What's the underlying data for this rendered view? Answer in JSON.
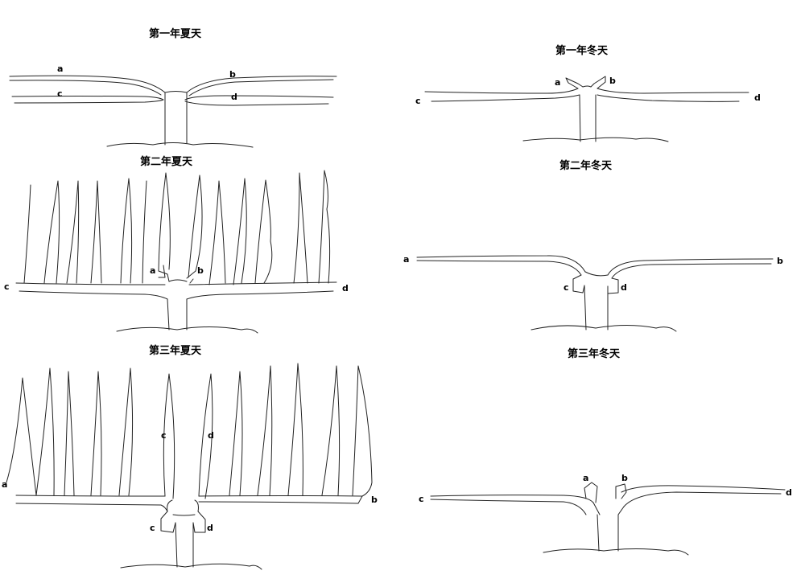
{
  "panels": {
    "y1_summer": {
      "title": "第一年夏天",
      "labels": {
        "a": "a",
        "b": "b",
        "c": "c",
        "d": "d"
      }
    },
    "y1_winter": {
      "title": "第一年冬天",
      "labels": {
        "a": "a",
        "b": "b",
        "c": "c",
        "d": "d"
      }
    },
    "y2_summer": {
      "title": "第二年夏天",
      "labels": {
        "a": "a",
        "b": "b",
        "c": "c",
        "d": "d"
      }
    },
    "y2_winter": {
      "title": "第二年冬天",
      "labels": {
        "a": "a",
        "b": "b",
        "c": "c",
        "d": "d"
      }
    },
    "y3_summer": {
      "title": "第三年夏天",
      "labels": {
        "a": "a",
        "b": "b",
        "c": "c",
        "d": "d",
        "c2": "c",
        "d2": "d"
      }
    },
    "y3_winter": {
      "title": "第三年冬天",
      "labels": {
        "a": "a",
        "b": "b",
        "c": "c",
        "d": "d"
      }
    }
  },
  "line_color": "#222222"
}
